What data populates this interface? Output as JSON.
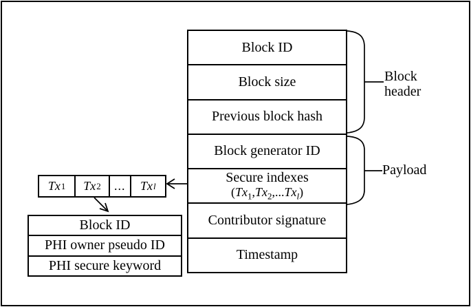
{
  "figure": {
    "colors": {
      "line": "#000000",
      "background": "#ffffff"
    }
  },
  "block_stack": {
    "rows": [
      {
        "label": "Block ID"
      },
      {
        "label": "Block size"
      },
      {
        "label": "Previous block hash"
      },
      {
        "label": "Block generator ID"
      },
      {
        "label": "Secure indexes"
      },
      {
        "label": "Contributor signature"
      },
      {
        "label": "Timestamp"
      }
    ],
    "secure_indexes_formula": [
      "(",
      "Tx",
      "1",
      ",",
      "Tx",
      "2",
      ",...",
      "Tx",
      "l",
      ")"
    ]
  },
  "braces": {
    "block_header_label": [
      "Block",
      "header"
    ],
    "payload_label": "Payload"
  },
  "tx_row": {
    "cells": [
      {
        "base": "Tx",
        "sub": "1"
      },
      {
        "base": "Tx",
        "sub": "2"
      },
      {
        "text": "..."
      },
      {
        "base": "Tx",
        "sub": "l"
      }
    ]
  },
  "record_stack": {
    "rows": [
      "Block ID",
      "PHI owner pseudo ID",
      "PHI secure keyword"
    ]
  }
}
